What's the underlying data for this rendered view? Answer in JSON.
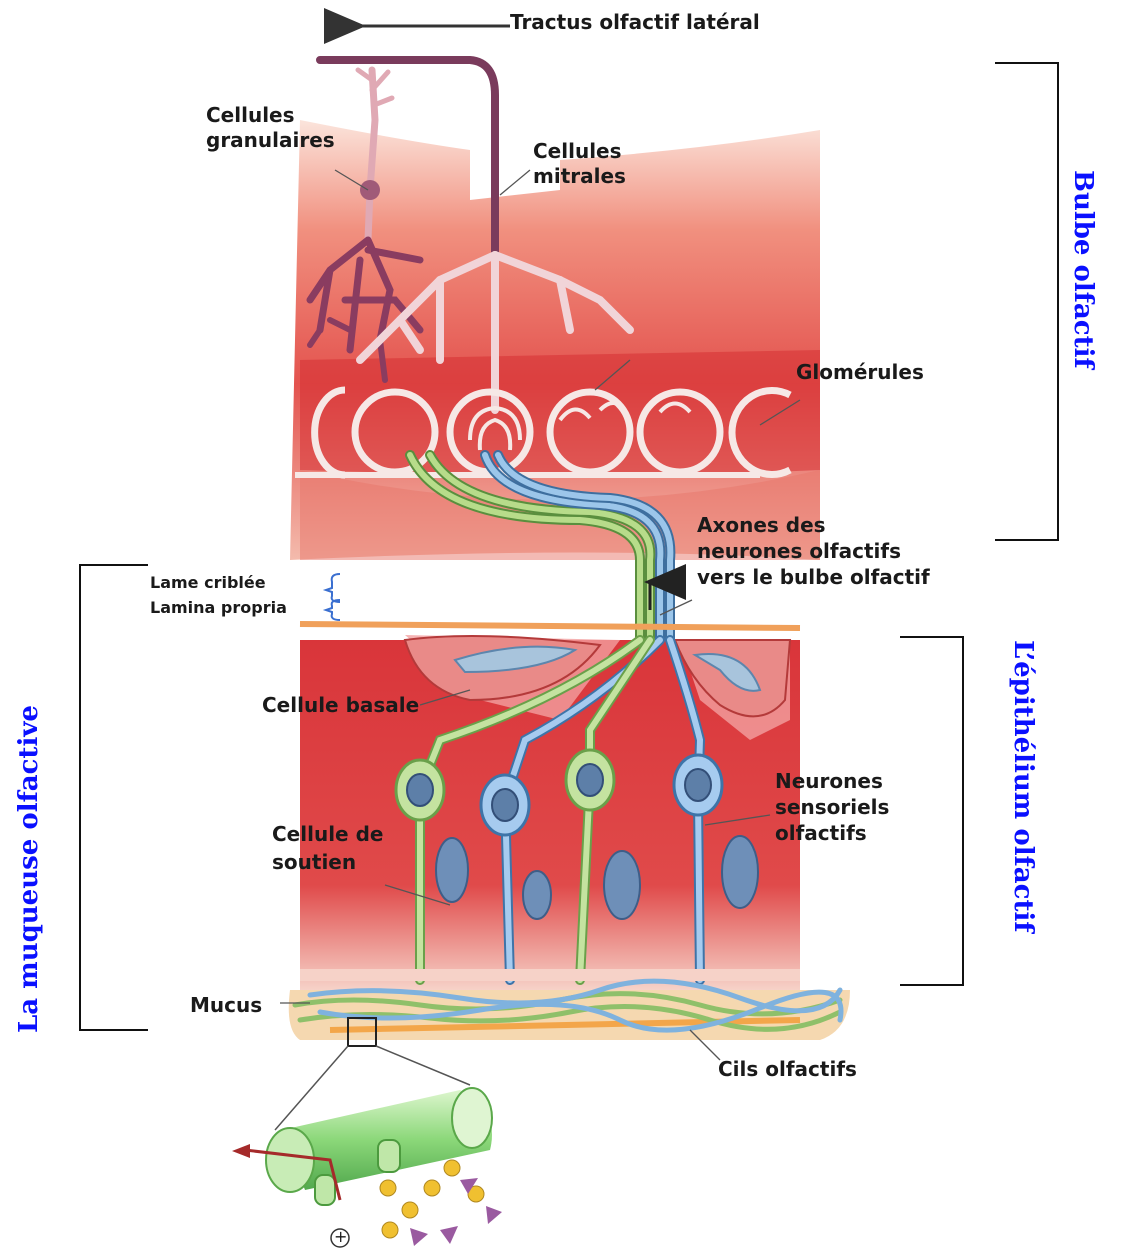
{
  "labels": {
    "tractus": "Tractus olfactif latéral",
    "cellules_granulaires": "Cellules\ngranulaires",
    "cellules_mitrales": "Cellules\nmitrales",
    "glomerules": "Glomérules",
    "axones": "Axones des\nneurones olfactifs\nvers le bulbe olfactif",
    "lame_criblee": "Lame criblée",
    "lamina_propria": "Lamina propria",
    "cellule_basale": "Cellule basale",
    "cellule_soutien": "Cellule de\nsoutien",
    "neurones_sensoriels": "Neurones\nsensoriels\nolfactifs",
    "mucus": "Mucus",
    "cils": "Cils olfactifs",
    "plus": "+"
  },
  "regions": {
    "bulbe": "Bulbe olfactif",
    "muqueuse": "La muqueuse olfactive",
    "epithelium": "L’épithélium olfactif"
  },
  "colors": {
    "tissue": "#d8383a",
    "tissue_light": "#f6c0b2",
    "axon_green": "#a6d27a",
    "axon_blue": "#7fb2de",
    "cell_pink": "#e9c9cf",
    "mitral_purple": "#8a4a66",
    "bracket": "#111111",
    "region_text": "#0a10ff"
  }
}
